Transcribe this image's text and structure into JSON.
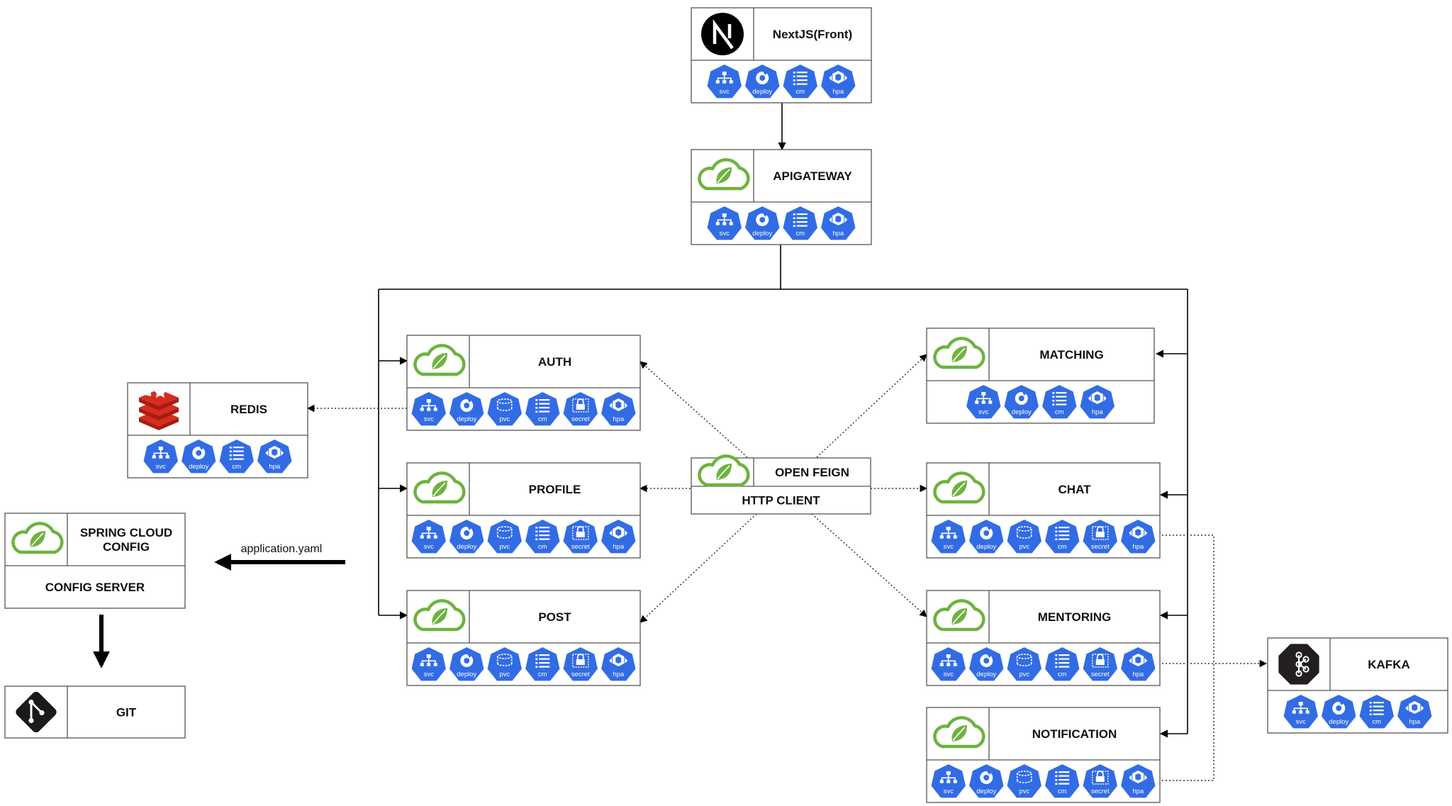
{
  "colors": {
    "k8s_blue": "#326ce5",
    "spring_green": "#6db33f",
    "redis_red": "#d82c20",
    "kafka_dark": "#231f20",
    "git_black": "#1a1a1a",
    "box_border": "#555555"
  },
  "nodes": [
    {
      "id": "nextjs",
      "title": "NextJS(Front)",
      "logo": "nextjs-logo",
      "badges": [
        "svc",
        "deploy",
        "cm",
        "hpa"
      ]
    },
    {
      "id": "apigateway",
      "title": "APIGATEWAY",
      "logo": "spring-cloud-logo",
      "badges": [
        "svc",
        "deploy",
        "cm",
        "hpa"
      ]
    },
    {
      "id": "auth",
      "title": "AUTH",
      "logo": "spring-cloud-logo",
      "badges": [
        "svc",
        "deploy",
        "pvc",
        "cm",
        "secret",
        "hpa"
      ]
    },
    {
      "id": "profile",
      "title": "PROFILE",
      "logo": "spring-cloud-logo",
      "badges": [
        "svc",
        "deploy",
        "pvc",
        "cm",
        "secret",
        "hpa"
      ]
    },
    {
      "id": "post",
      "title": "POST",
      "logo": "spring-cloud-logo",
      "badges": [
        "svc",
        "deploy",
        "pvc",
        "cm",
        "secret",
        "hpa"
      ]
    },
    {
      "id": "matching",
      "title": "MATCHING",
      "logo": "spring-cloud-logo",
      "badges": [
        "svc",
        "deploy",
        "cm",
        "hpa"
      ]
    },
    {
      "id": "chat",
      "title": "CHAT",
      "logo": "spring-cloud-logo",
      "badges": [
        "svc",
        "deploy",
        "pvc",
        "cm",
        "secret",
        "hpa"
      ]
    },
    {
      "id": "mentoring",
      "title": "MENTORING",
      "logo": "spring-cloud-logo",
      "badges": [
        "svc",
        "deploy",
        "pvc",
        "cm",
        "secret",
        "hpa"
      ]
    },
    {
      "id": "notification",
      "title": "NOTIFICATION",
      "logo": "spring-cloud-logo",
      "badges": [
        "svc",
        "deploy",
        "pvc",
        "cm",
        "secret",
        "hpa"
      ]
    },
    {
      "id": "redis",
      "title": "REDIS",
      "logo": "redis-logo",
      "badges": [
        "svc",
        "deploy",
        "cm",
        "hpa"
      ]
    },
    {
      "id": "kafka",
      "title": "KAFKA",
      "logo": "kafka-logo",
      "badges": [
        "svc",
        "deploy",
        "cm",
        "hpa"
      ]
    },
    {
      "id": "openfeign",
      "title": "OPEN FEIGN",
      "subtitle": "HTTP CLIENT",
      "logo": "spring-cloud-logo"
    },
    {
      "id": "config",
      "title_lines": [
        "SPRING CLOUD",
        "CONFIG"
      ],
      "subtitle": "CONFIG SERVER",
      "logo": "spring-cloud-logo"
    },
    {
      "id": "git",
      "title": "GIT",
      "logo": "git-logo"
    }
  ],
  "edges": [
    {
      "from": "nextjs",
      "to": "apigateway",
      "style": "solid"
    },
    {
      "from": "apigateway",
      "to": "auth",
      "style": "solid"
    },
    {
      "from": "apigateway",
      "to": "profile",
      "style": "solid"
    },
    {
      "from": "apigateway",
      "to": "post",
      "style": "solid"
    },
    {
      "from": "apigateway",
      "to": "matching",
      "style": "solid"
    },
    {
      "from": "apigateway",
      "to": "chat",
      "style": "solid"
    },
    {
      "from": "apigateway",
      "to": "mentoring",
      "style": "solid"
    },
    {
      "from": "apigateway",
      "to": "notification",
      "style": "solid"
    },
    {
      "from": "openfeign",
      "to": "auth",
      "style": "dotted"
    },
    {
      "from": "openfeign",
      "to": "profile",
      "style": "dotted"
    },
    {
      "from": "openfeign",
      "to": "post",
      "style": "dotted"
    },
    {
      "from": "openfeign",
      "to": "matching",
      "style": "dotted"
    },
    {
      "from": "openfeign",
      "to": "chat",
      "style": "dotted"
    },
    {
      "from": "openfeign",
      "to": "mentoring",
      "style": "dotted"
    },
    {
      "from": "auth",
      "to": "redis",
      "style": "dotted"
    },
    {
      "from": "chat",
      "to": "kafka",
      "style": "dotted"
    },
    {
      "from": "mentoring",
      "to": "kafka",
      "style": "dotted"
    },
    {
      "from": "notification",
      "to": "kafka",
      "style": "dotted"
    },
    {
      "from": "services",
      "to": "config",
      "style": "thick",
      "label": "application.yaml"
    },
    {
      "from": "config",
      "to": "git",
      "style": "thick"
    }
  ]
}
